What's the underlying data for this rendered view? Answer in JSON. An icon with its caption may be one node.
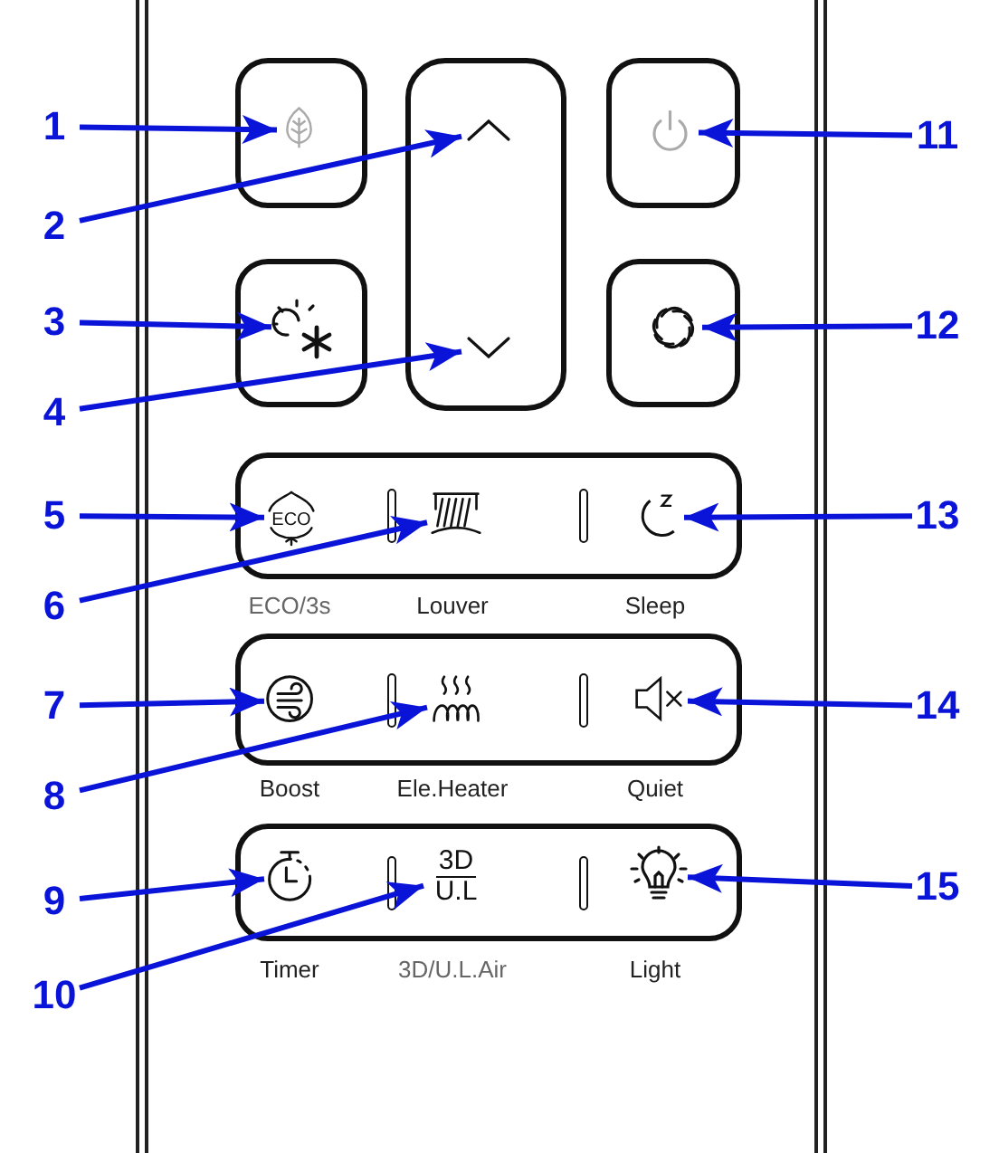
{
  "diagram": {
    "nodes": [
      {
        "text": [],
        "shape": "box"
      },
      {
        "text": [],
        "shape": "icon",
        "in": 0
      },
      {
        "text": [],
        "shape": "box"
      },
      {
        "text": [],
        "shape": "icon",
        "in": 2
      },
      {
        "text": [],
        "shape": "icon",
        "in": 2
      },
      {
        "text": [],
        "shape": "box"
      },
      {
        "text": [],
        "shape": "icon",
        "in": 5
      },
      {
        "text": [],
        "shape": "box"
      },
      {
        "text": [],
        "shape": "icon",
        "in": 7
      },
      {
        "text": [],
        "shape": "box"
      },
      {
        "text": [],
        "shape": "icon",
        "in": 9
      },
      {
        "text": [],
        "shape": "box"
      },
      {
        "text": [
          "ECO"
        ],
        "in": 11
      },
      {
        "text": [],
        "shape": "icon",
        "in": 11
      },
      {
        "text": [],
        "shape": "icon",
        "in": 11
      },
      {
        "text": [],
        "shape": "box"
      },
      {
        "text": [],
        "shape": "icon",
        "in": 15
      },
      {
        "text": [],
        "shape": "icon",
        "in": 15
      },
      {
        "text": [],
        "shape": "icon",
        "in": 15
      },
      {
        "text": [],
        "shape": "box"
      },
      {
        "text": [],
        "shape": "icon",
        "in": 19
      },
      {
        "text": [
          "3D",
          "U.L"
        ],
        "in": 19
      },
      {
        "text": [],
        "shape": "icon",
        "in": 19
      },
      {
        "text": [
          "1"
        ]
      },
      {
        "text": [
          "2"
        ]
      },
      {
        "text": [
          "3"
        ]
      },
      {
        "text": [
          "4"
        ]
      },
      {
        "text": [
          "5"
        ]
      },
      {
        "text": [
          "6"
        ]
      },
      {
        "text": [
          "7"
        ]
      },
      {
        "text": [
          "8"
        ]
      },
      {
        "text": [
          "9"
        ]
      },
      {
        "text": [
          "10"
        ]
      },
      {
        "text": [
          "11"
        ]
      },
      {
        "text": [
          "12"
        ]
      },
      {
        "text": [
          "13"
        ]
      },
      {
        "text": [
          "14"
        ]
      },
      {
        "text": [
          "15"
        ]
      }
    ],
    "edges": [
      {
        "from": 23,
        "to": 1,
        "arrow": "to"
      },
      {
        "from": 24,
        "to": 3,
        "arrow": "to"
      },
      {
        "from": 25,
        "to": 8,
        "arrow": "to"
      },
      {
        "from": 26,
        "to": 4,
        "arrow": "to"
      },
      {
        "from": 27,
        "to": 12,
        "arrow": "to"
      },
      {
        "from": 28,
        "to": 13,
        "arrow": "to"
      },
      {
        "from": 29,
        "to": 16,
        "arrow": "to"
      },
      {
        "from": 30,
        "to": 17,
        "arrow": "to"
      },
      {
        "from": 31,
        "to": 20,
        "arrow": "to"
      },
      {
        "from": 32,
        "to": 21,
        "arrow": "to"
      },
      {
        "from": 33,
        "to": 6,
        "arrow": "to"
      },
      {
        "from": 34,
        "to": 10,
        "arrow": "to"
      },
      {
        "from": 35,
        "to": 14,
        "arrow": "to"
      },
      {
        "from": 36,
        "to": 18,
        "arrow": "to"
      },
      {
        "from": 37,
        "to": 22,
        "arrow": "to"
      }
    ],
    "labels": [
      "ECO/3s",
      "Louver",
      "Sleep",
      "Boost",
      "Ele.Heater",
      "Quiet",
      "Timer",
      "3D/U.L.Air",
      "Light"
    ]
  }
}
